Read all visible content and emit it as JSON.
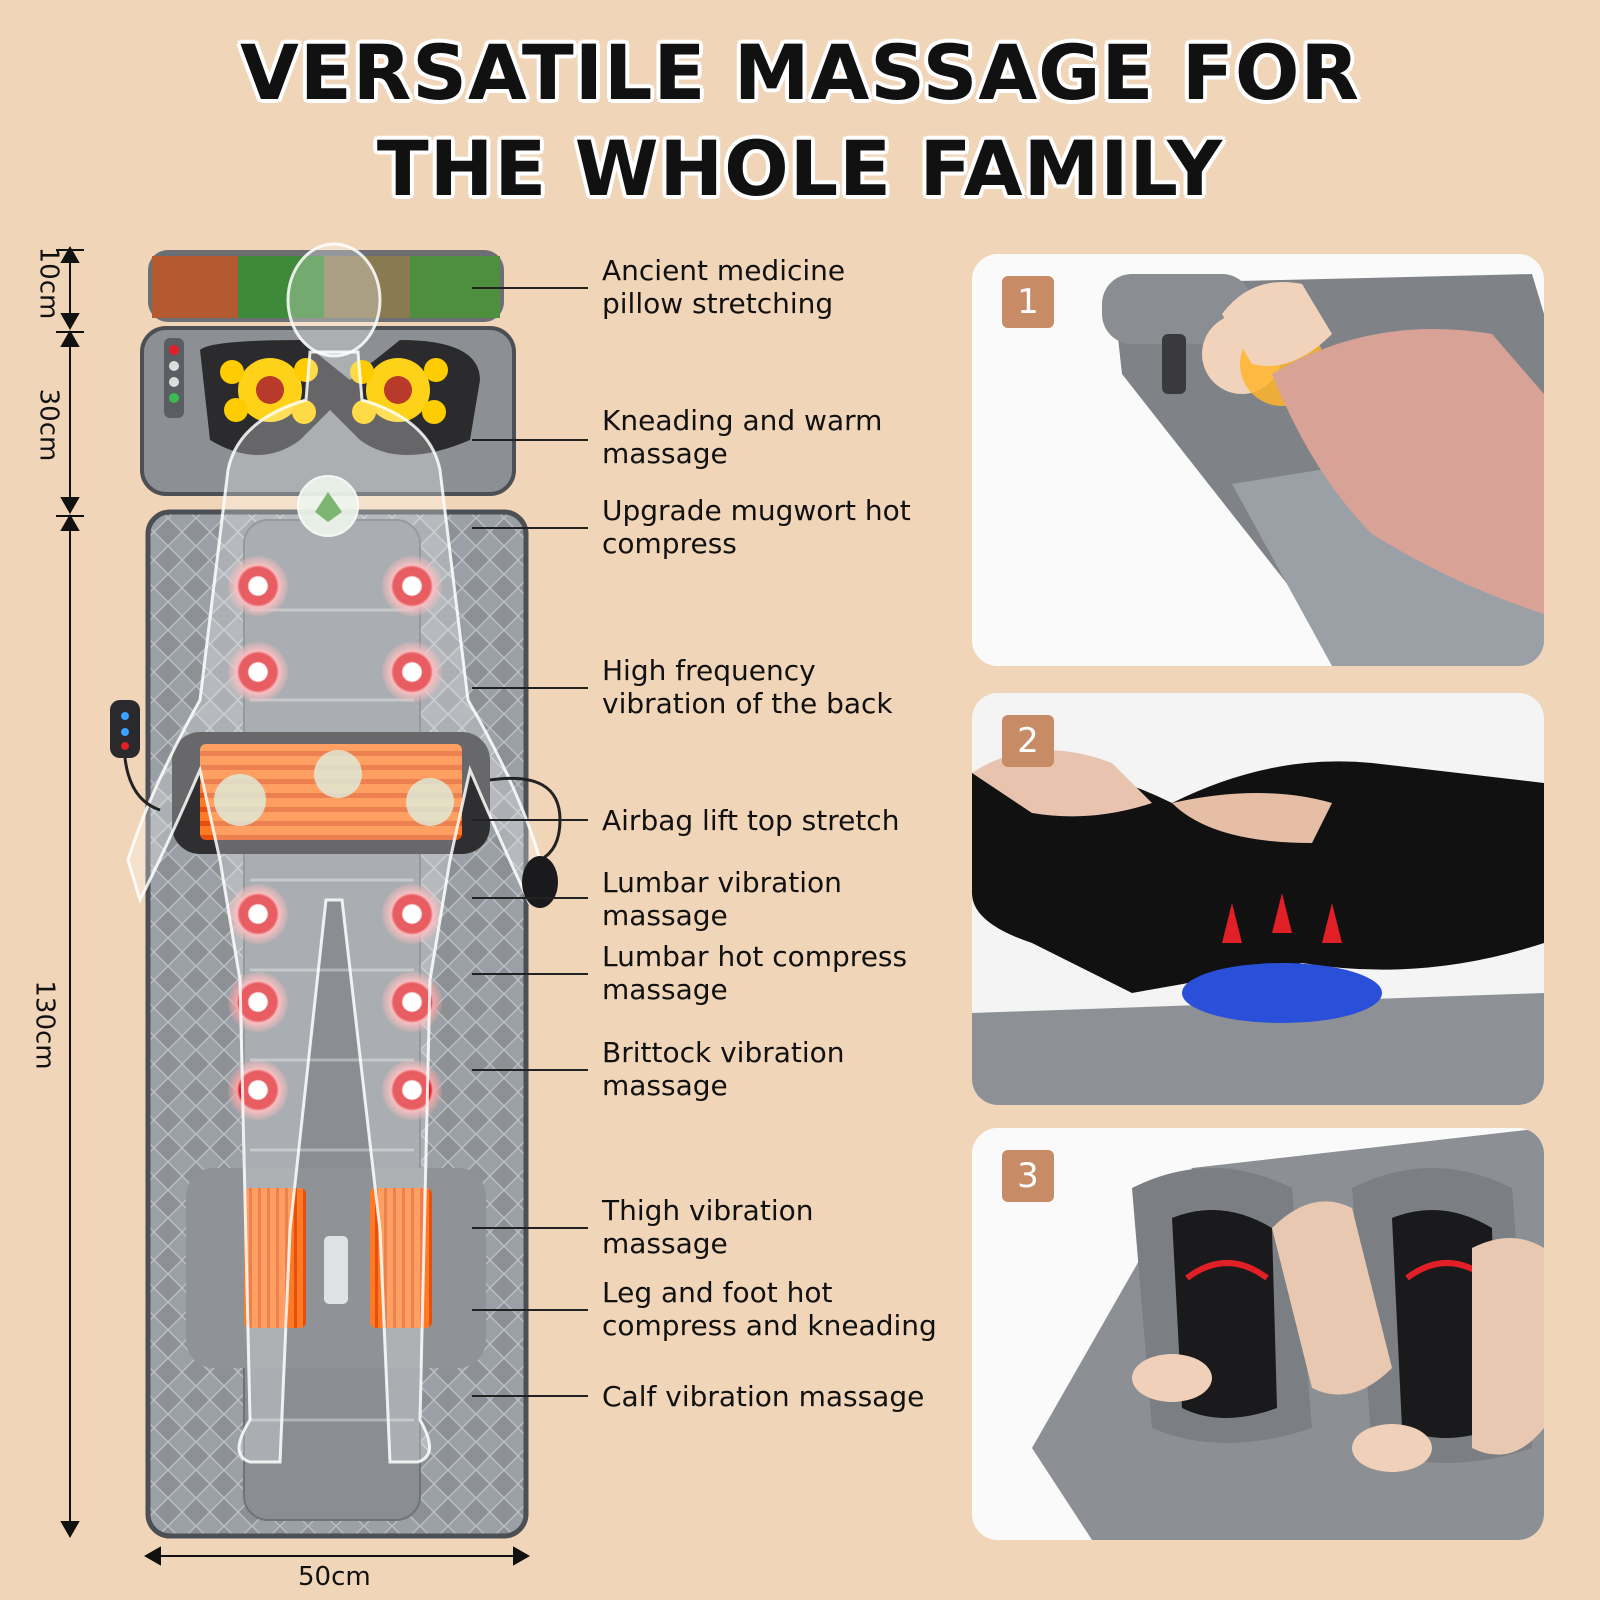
{
  "headline": {
    "line1": "VERSATILE MASSAGE FOR",
    "line2": "THE WHOLE FAMILY"
  },
  "dimensions": {
    "pillow": "10cm",
    "head": "30cm",
    "body": "130cm",
    "width": "50cm"
  },
  "features": [
    {
      "line1": "Ancient medicine",
      "line2": "pillow stretching"
    },
    {
      "line1": "Kneading and warm",
      "line2": "massage"
    },
    {
      "line1": "Upgrade mugwort hot",
      "line2": "compress"
    },
    {
      "line1": "High frequency",
      "line2": "vibration of the back"
    },
    {
      "line1": "Airbag lift top stretch",
      "line2": ""
    },
    {
      "line1": "Lumbar vibration",
      "line2": "massage"
    },
    {
      "line1": "Lumbar hot compress",
      "line2": "massage"
    },
    {
      "line1": "Brittock vibration",
      "line2": "massage"
    },
    {
      "line1": "Thigh vibration",
      "line2": "massage"
    },
    {
      "line1": "Leg and foot hot",
      "line2": "compress and kneading"
    },
    {
      "line1": "Calf vibration massage",
      "line2": ""
    }
  ],
  "photos": [
    {
      "number": "1"
    },
    {
      "number": "2"
    },
    {
      "number": "3"
    }
  ],
  "colors": {
    "background": "#f0d5b8",
    "mat": "#8c9095",
    "heat": "#ff6a1a",
    "vibration": "#e01f26",
    "badge": "#c78b66"
  }
}
